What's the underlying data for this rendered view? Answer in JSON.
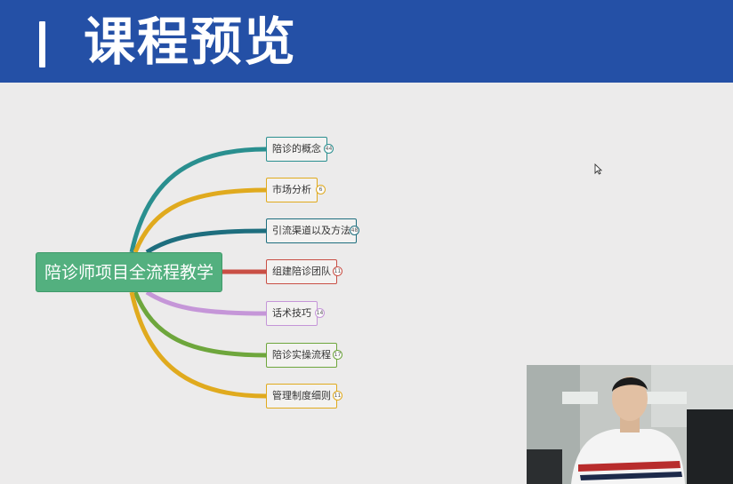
{
  "header": {
    "title": "课程预览"
  },
  "mindmap": {
    "root": "陪诊师项目全流程教学",
    "branches": [
      {
        "label": "陪诊的概念",
        "count": "44",
        "color": "#2a8f8f"
      },
      {
        "label": "市场分析",
        "count": "6",
        "color": "#e0aa1e"
      },
      {
        "label": "引流渠道以及方法",
        "count": "48",
        "color": "#1e6e7e"
      },
      {
        "label": "组建陪诊团队",
        "count": "11",
        "color": "#c94f45"
      },
      {
        "label": "话术技巧",
        "count": "14",
        "color": "#c596d8"
      },
      {
        "label": "陪诊实操流程",
        "count": "17",
        "color": "#6ea63c"
      },
      {
        "label": "管理制度细则",
        "count": "11",
        "color": "#e0aa1e"
      }
    ]
  },
  "webcam": {
    "description_icon": "presenter-video"
  }
}
